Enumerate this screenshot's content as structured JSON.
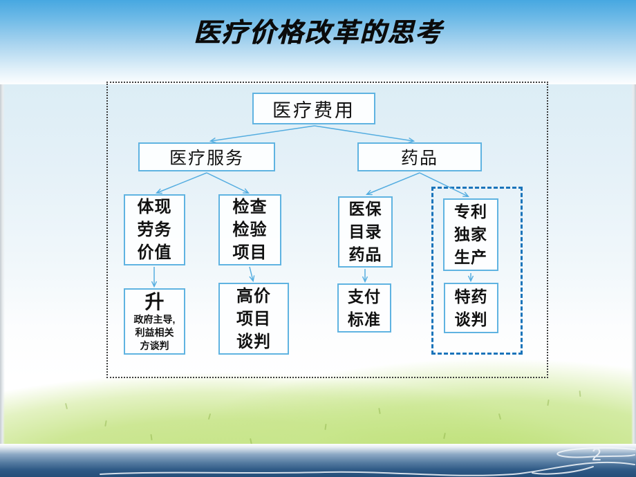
{
  "slide": {
    "title": "医疗价格改革的思考",
    "page_number": "2"
  },
  "diagram": {
    "root": {
      "label": "医疗费用"
    },
    "branches": {
      "service": {
        "label": "医疗服务"
      },
      "drug": {
        "label": "药品"
      }
    },
    "nodes": {
      "labor": {
        "lines": [
          "体现",
          "劳务",
          "价值"
        ]
      },
      "exam": {
        "lines": [
          "检查",
          "检验",
          "项目"
        ]
      },
      "insurance": {
        "lines": [
          "医保",
          "目录",
          "药品"
        ]
      },
      "patent": {
        "lines": [
          "专利",
          "独家",
          "生产"
        ]
      },
      "rise": {
        "headline": "升",
        "lines": [
          "政府主导,",
          "利益相关",
          "方谈判"
        ]
      },
      "highprice": {
        "lines": [
          "高价",
          "项目",
          "谈判"
        ]
      },
      "payment": {
        "lines": [
          "支付",
          "标准"
        ]
      },
      "special": {
        "lines": [
          "特药",
          "谈判"
        ]
      }
    },
    "edges": [
      [
        "医疗费用",
        "医疗服务"
      ],
      [
        "医疗费用",
        "药品"
      ],
      [
        "医疗服务",
        "体现劳务价值"
      ],
      [
        "医疗服务",
        "检查检验项目"
      ],
      [
        "体现劳务价值",
        "升"
      ],
      [
        "检查检验项目",
        "高价项目谈判"
      ],
      [
        "药品",
        "医保目录药品"
      ],
      [
        "药品",
        "专利独家生产"
      ],
      [
        "医保目录药品",
        "支付标准"
      ],
      [
        "专利独家生产",
        "特药谈判"
      ]
    ]
  },
  "colors": {
    "title_text": "#0b0b0b",
    "sky_blue_top": "#47a8e1",
    "box_border_blue": "#5fb3e1",
    "connector_blue": "#54ade0",
    "patent_group_border": "#1a74ba",
    "outer_dotted_border": "#3c3c3c",
    "grass_green": "#c0e27d",
    "water_dark_blue": "#254e79"
  }
}
